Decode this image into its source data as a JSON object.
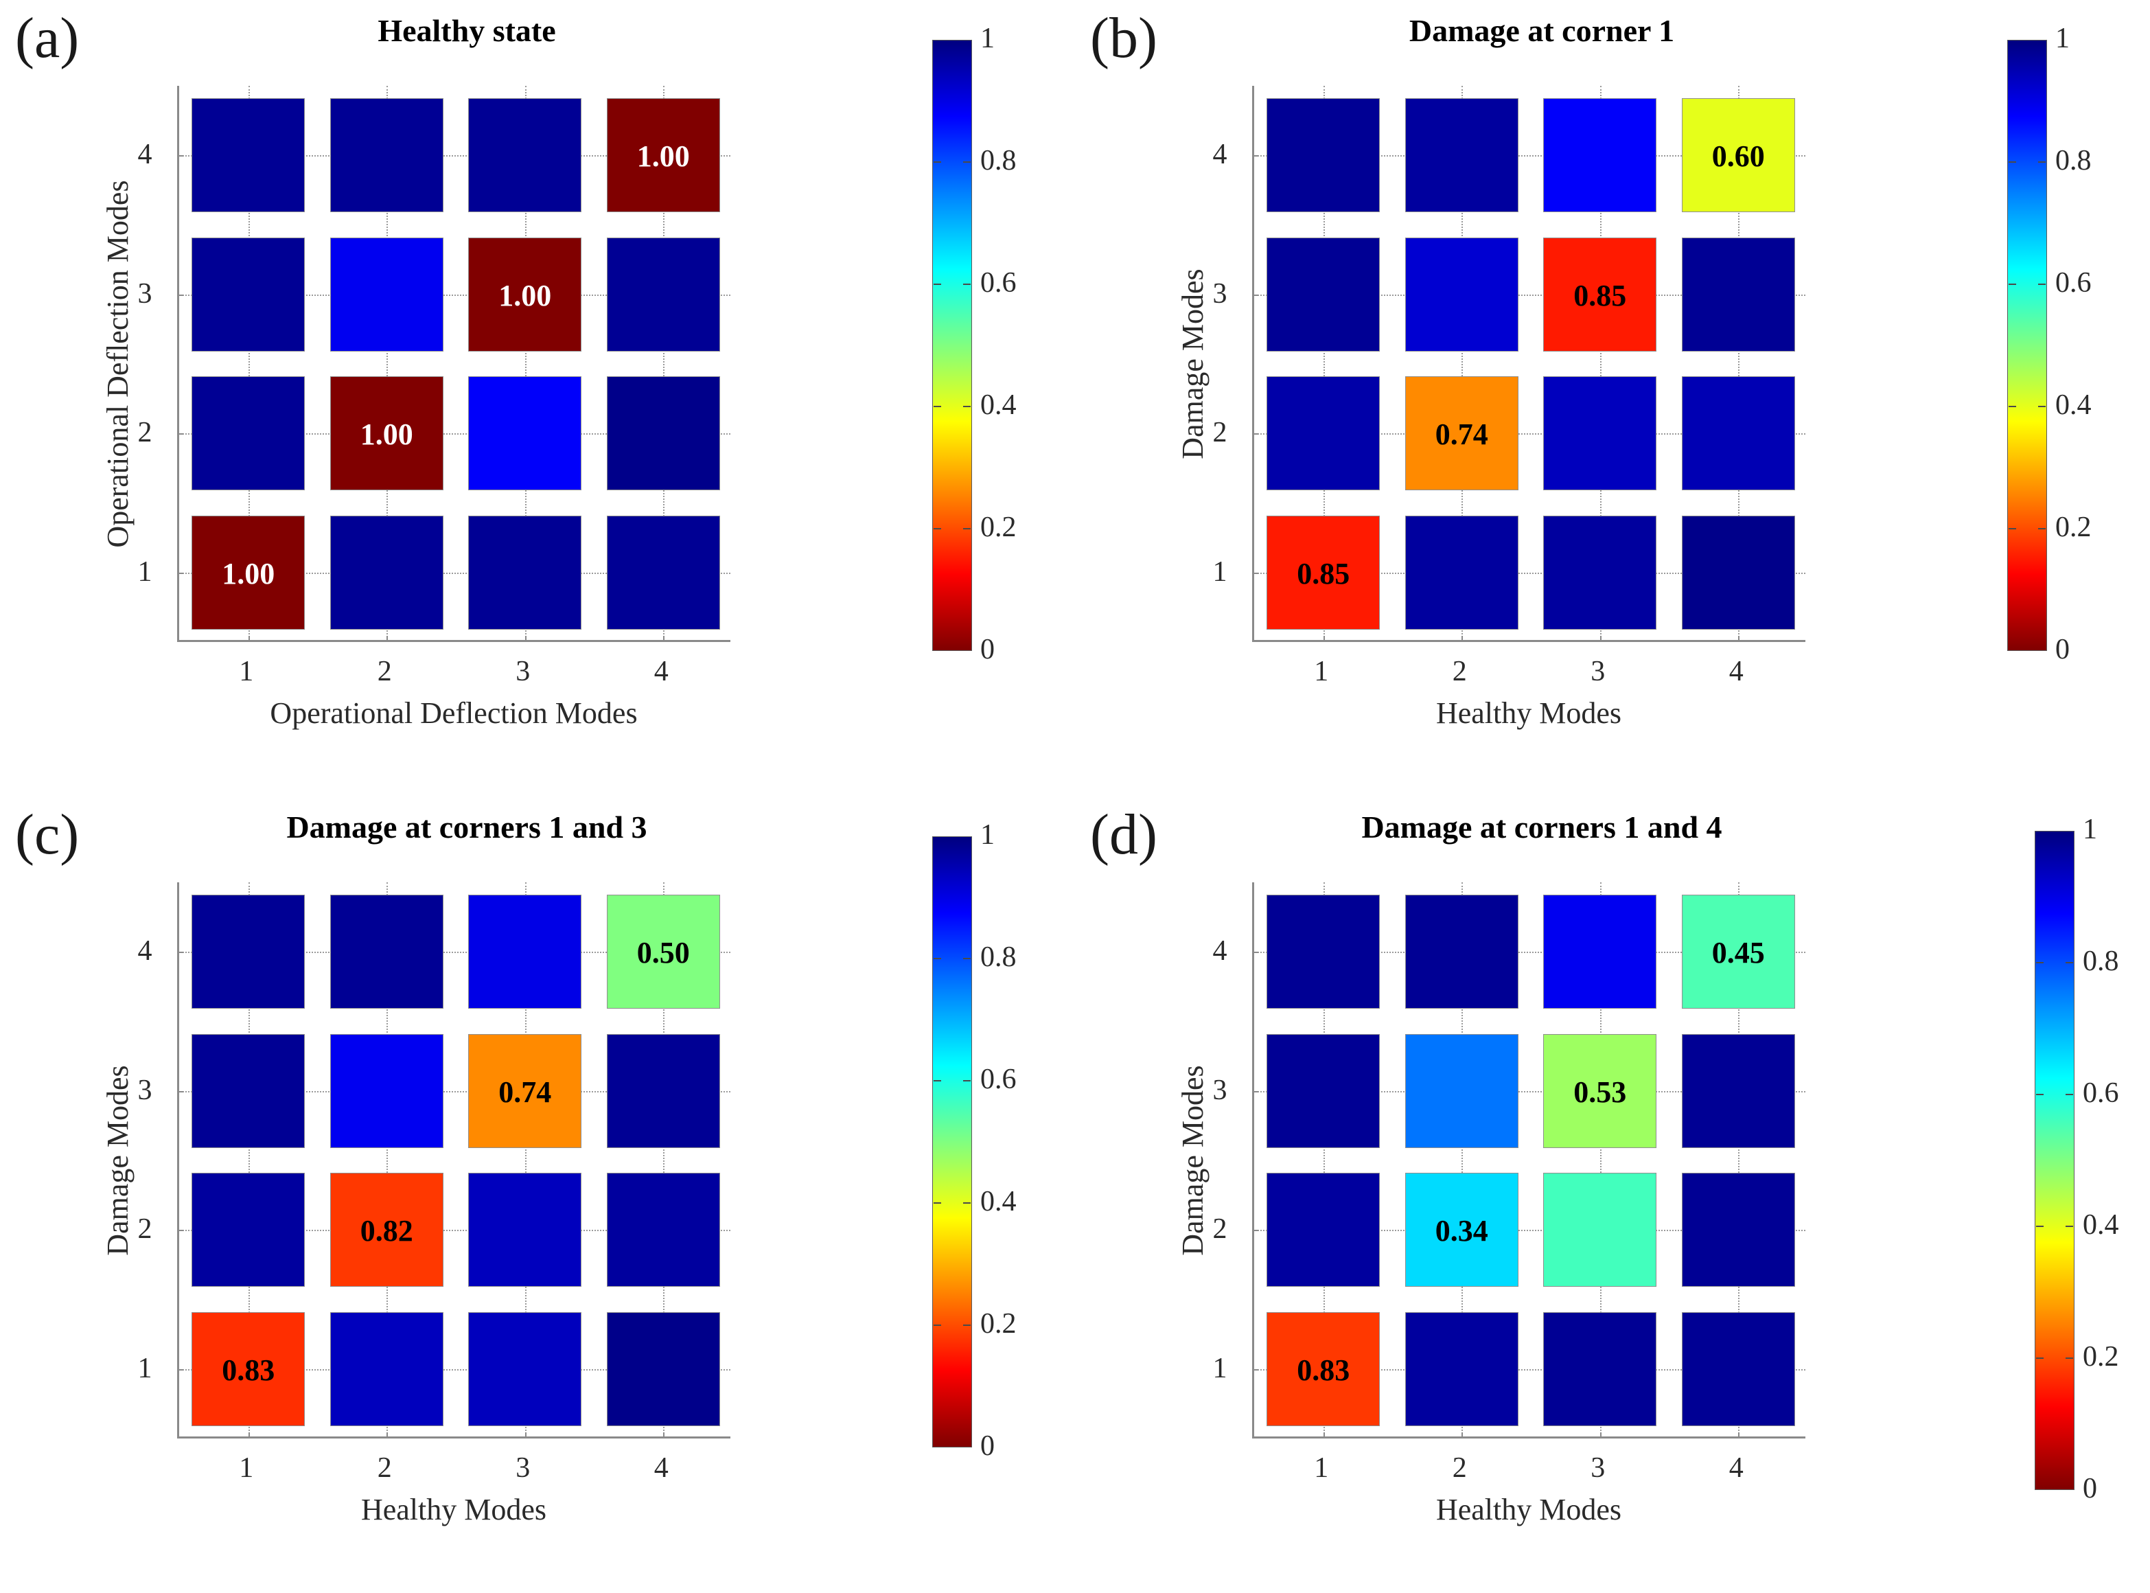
{
  "figure": {
    "background": "#ffffff",
    "colormap": "jet",
    "panels": [
      "a",
      "b",
      "c",
      "d"
    ]
  },
  "chart_data": [
    {
      "type": "heatmap",
      "panel": "a",
      "panel_letter": "(a)",
      "title": "Healthy state",
      "xlabel": "Operational Deflection Modes",
      "ylabel": "Operational Deflection Modes",
      "xticklabels": [
        "1",
        "2",
        "3",
        "4"
      ],
      "yticklabels": [
        "1",
        "2",
        "3",
        "4"
      ],
      "x": [
        1,
        2,
        3,
        4
      ],
      "y": [
        1,
        2,
        3,
        4
      ],
      "clim": [
        0,
        1
      ],
      "colorbar_ticks": [
        "0",
        "0.2",
        "0.4",
        "0.6",
        "0.8",
        "1"
      ],
      "colorbar_tickvalues": [
        0,
        0.2,
        0.4,
        0.6,
        0.8,
        1
      ],
      "grid": true,
      "rows_bottom_to_top": [
        [
          1.0,
          0.02,
          0.02,
          0.02
        ],
        [
          0.02,
          1.0,
          0.12,
          0.01
        ],
        [
          0.02,
          0.11,
          1.0,
          0.02
        ],
        [
          0.02,
          0.02,
          0.02,
          1.0
        ]
      ],
      "annotations": [
        {
          "row": 1,
          "col": 1,
          "text": "1.00",
          "color": "#ffffff"
        },
        {
          "row": 2,
          "col": 2,
          "text": "1.00",
          "color": "#ffffff"
        },
        {
          "row": 3,
          "col": 3,
          "text": "1.00",
          "color": "#ffffff"
        },
        {
          "row": 4,
          "col": 4,
          "text": "1.00",
          "color": "#ffffff"
        }
      ]
    },
    {
      "type": "heatmap",
      "panel": "b",
      "panel_letter": "(b)",
      "title": "Damage at corner 1",
      "xlabel": "Healthy Modes",
      "ylabel": "Damage Modes",
      "xticklabels": [
        "1",
        "2",
        "3",
        "4"
      ],
      "yticklabels": [
        "1",
        "2",
        "3",
        "4"
      ],
      "x": [
        1,
        2,
        3,
        4
      ],
      "y": [
        1,
        2,
        3,
        4
      ],
      "clim": [
        0,
        1
      ],
      "colorbar_ticks": [
        "0",
        "0.2",
        "0.4",
        "0.6",
        "0.8",
        "1"
      ],
      "colorbar_tickvalues": [
        0,
        0.2,
        0.4,
        0.6,
        0.8,
        1
      ],
      "grid": true,
      "rows_bottom_to_top": [
        [
          0.85,
          0.03,
          0.03,
          0.01
        ],
        [
          0.04,
          0.74,
          0.06,
          0.05
        ],
        [
          0.02,
          0.08,
          0.85,
          0.02
        ],
        [
          0.02,
          0.03,
          0.12,
          0.6
        ]
      ],
      "annotations": [
        {
          "row": 1,
          "col": 1,
          "text": "0.85",
          "color": "#000000"
        },
        {
          "row": 2,
          "col": 2,
          "text": "0.74",
          "color": "#000000"
        },
        {
          "row": 3,
          "col": 3,
          "text": "0.85",
          "color": "#000000"
        },
        {
          "row": 4,
          "col": 4,
          "text": "0.60",
          "color": "#000000"
        }
      ]
    },
    {
      "type": "heatmap",
      "panel": "c",
      "panel_letter": "(c)",
      "title": "Damage at corners 1 and 3",
      "xlabel": "Healthy Modes",
      "ylabel": "Damage Modes",
      "xticklabels": [
        "1",
        "2",
        "3",
        "4"
      ],
      "yticklabels": [
        "1",
        "2",
        "3",
        "4"
      ],
      "x": [
        1,
        2,
        3,
        4
      ],
      "y": [
        1,
        2,
        3,
        4
      ],
      "clim": [
        0,
        1
      ],
      "colorbar_ticks": [
        "0",
        "0.2",
        "0.4",
        "0.6",
        "0.8",
        "1"
      ],
      "colorbar_tickvalues": [
        0,
        0.2,
        0.4,
        0.6,
        0.8,
        1
      ],
      "grid": true,
      "rows_bottom_to_top": [
        [
          0.83,
          0.06,
          0.06,
          0.01
        ],
        [
          0.03,
          0.82,
          0.06,
          0.03
        ],
        [
          0.02,
          0.11,
          0.74,
          0.02
        ],
        [
          0.02,
          0.02,
          0.1,
          0.5
        ]
      ],
      "annotations": [
        {
          "row": 1,
          "col": 1,
          "text": "0.83",
          "color": "#000000"
        },
        {
          "row": 2,
          "col": 2,
          "text": "0.82",
          "color": "#000000"
        },
        {
          "row": 3,
          "col": 3,
          "text": "0.74",
          "color": "#000000"
        },
        {
          "row": 4,
          "col": 4,
          "text": "0.50",
          "color": "#000000"
        }
      ]
    },
    {
      "type": "heatmap",
      "panel": "d",
      "panel_letter": "(d)",
      "title": "Damage at corners 1 and 4",
      "xlabel": "Healthy Modes",
      "ylabel": "Damage Modes",
      "xticklabels": [
        "1",
        "2",
        "3",
        "4"
      ],
      "yticklabels": [
        "1",
        "2",
        "3",
        "4"
      ],
      "x": [
        1,
        2,
        3,
        4
      ],
      "y": [
        1,
        2,
        3,
        4
      ],
      "clim": [
        0,
        1
      ],
      "colorbar_ticks": [
        "0",
        "0.2",
        "0.4",
        "0.6",
        "0.8",
        "1"
      ],
      "colorbar_tickvalues": [
        0,
        0.2,
        0.4,
        0.6,
        0.8,
        1
      ],
      "grid": true,
      "rows_bottom_to_top": [
        [
          0.82,
          0.03,
          0.02,
          0.02
        ],
        [
          0.03,
          0.34,
          0.44,
          0.02
        ],
        [
          0.02,
          0.24,
          0.53,
          0.02
        ],
        [
          0.02,
          0.02,
          0.11,
          0.45
        ]
      ],
      "annotations": [
        {
          "row": 1,
          "col": 1,
          "text": "0.83",
          "color": "#000000"
        },
        {
          "row": 2,
          "col": 2,
          "text": "0.34",
          "color": "#000000"
        },
        {
          "row": 3,
          "col": 3,
          "text": "0.53",
          "color": "#000000"
        },
        {
          "row": 4,
          "col": 4,
          "text": "0.45",
          "color": "#000000"
        }
      ]
    }
  ]
}
